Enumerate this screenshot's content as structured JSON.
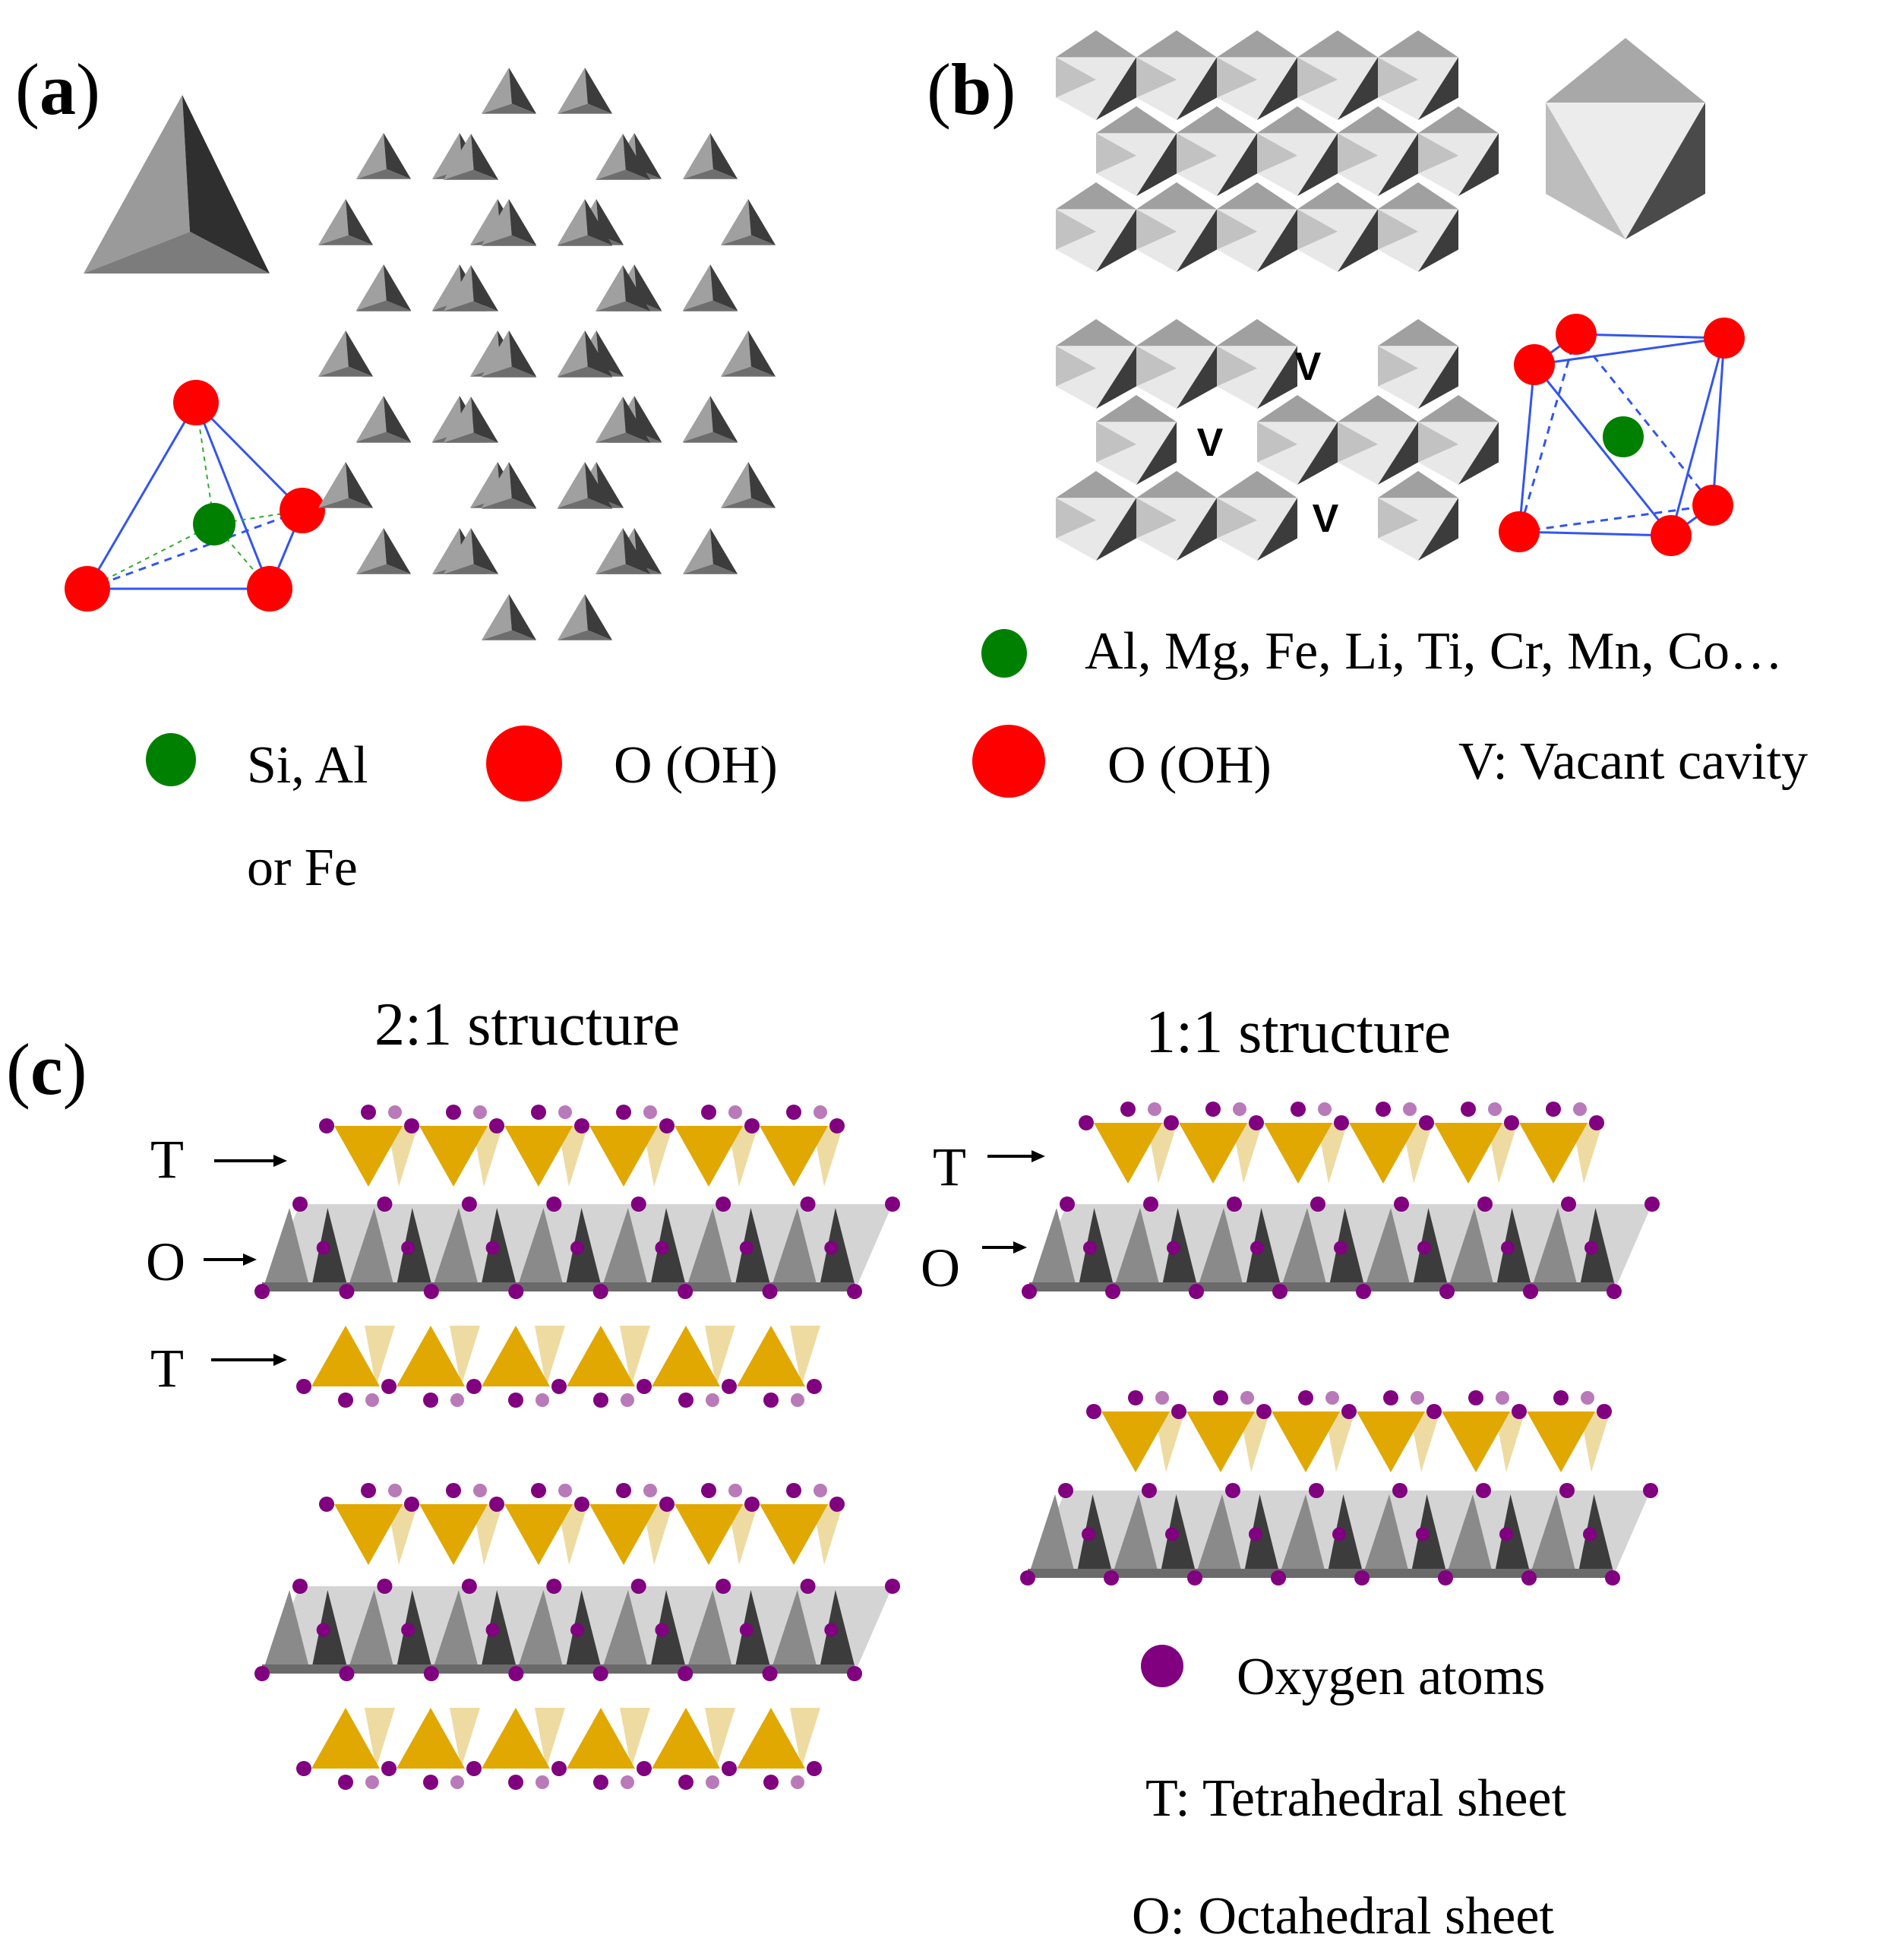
{
  "panels": {
    "a": {
      "label_open": "(",
      "label_letter": "a",
      "label_close": ")",
      "legend": {
        "cation_text_line1": "Si,   Al",
        "cation_text_line2": "or Fe",
        "oxygen_text": "O (OH)"
      }
    },
    "b": {
      "label_open": "(",
      "label_letter": "b",
      "label_close": ")",
      "vacancy_marker": "V",
      "legend": {
        "cation_text": "Al, Mg, Fe, Li, Ti, Cr, Mn, Co…",
        "oxygen_text": "O (OH)",
        "vacancy_text": "V: Vacant cavity"
      }
    },
    "c": {
      "label_open": "(",
      "label_letter": "c",
      "label_close": ")",
      "structure_21_title": "2:1 structure",
      "structure_11_title": "1:1 structure",
      "tetrahedral_letter": "T",
      "octahedral_letter": "O",
      "legend": {
        "oxygen_atoms": "Oxygen atoms",
        "tetrahedral": "T: Tetrahedral sheet",
        "octahedral": "O: Octahedral sheet"
      }
    }
  },
  "colors": {
    "cation": "#008000",
    "oxygen_red": "#ff0000",
    "oxygen_purple": "#800080",
    "tetra_gold": "#e0a800",
    "bond_blue": "#3355ee",
    "polyhedron_light": "#d4d4d4",
    "polyhedron_mid": "#a0a0a0",
    "polyhedron_dark": "#3c3c3c"
  }
}
